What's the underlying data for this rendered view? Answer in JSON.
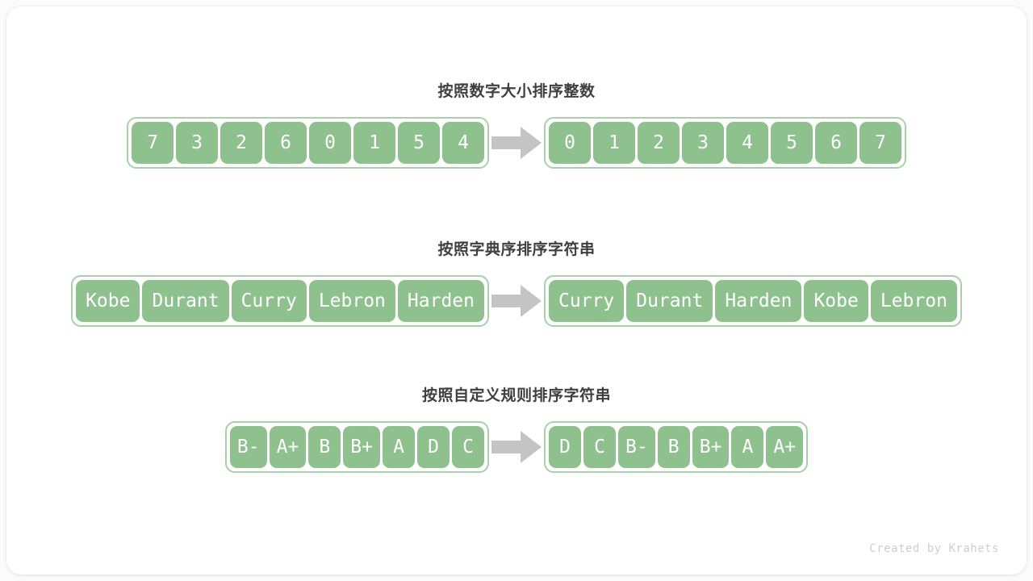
{
  "footer": {
    "credit": "Created by Krahets"
  },
  "colors": {
    "cell_fill": "#8ec18e",
    "container_border": "#a9d0a9",
    "cell_text": "#ffffff",
    "title_text": "#3f3f3f",
    "arrow": "#c4c4c4",
    "card_background": "#ffffff",
    "page_background": "#fbfbfb",
    "footer_text": "#cfcfcf"
  },
  "sections": [
    {
      "title": "按照数字大小排序整数",
      "cell_style": "num-cell",
      "arrow_icon": "right-arrow-icon",
      "input": [
        "7",
        "3",
        "2",
        "6",
        "0",
        "1",
        "5",
        "4"
      ],
      "output": [
        "0",
        "1",
        "2",
        "3",
        "4",
        "5",
        "6",
        "7"
      ]
    },
    {
      "title": "按照字典序排序字符串",
      "cell_style": "text-cell",
      "arrow_icon": "right-arrow-icon",
      "input": [
        "Kobe",
        "Durant",
        "Curry",
        "Lebron",
        "Harden"
      ],
      "output": [
        "Curry",
        "Durant",
        "Harden",
        "Kobe",
        "Lebron"
      ]
    },
    {
      "title": "按照自定义规则排序字符串",
      "cell_style": "grade-cell",
      "arrow_icon": "right-arrow-icon",
      "input": [
        "B-",
        "A+",
        "B",
        "B+",
        "A",
        "D",
        "C"
      ],
      "output": [
        "D",
        "C",
        "B-",
        "B",
        "B+",
        "A",
        "A+"
      ]
    }
  ]
}
